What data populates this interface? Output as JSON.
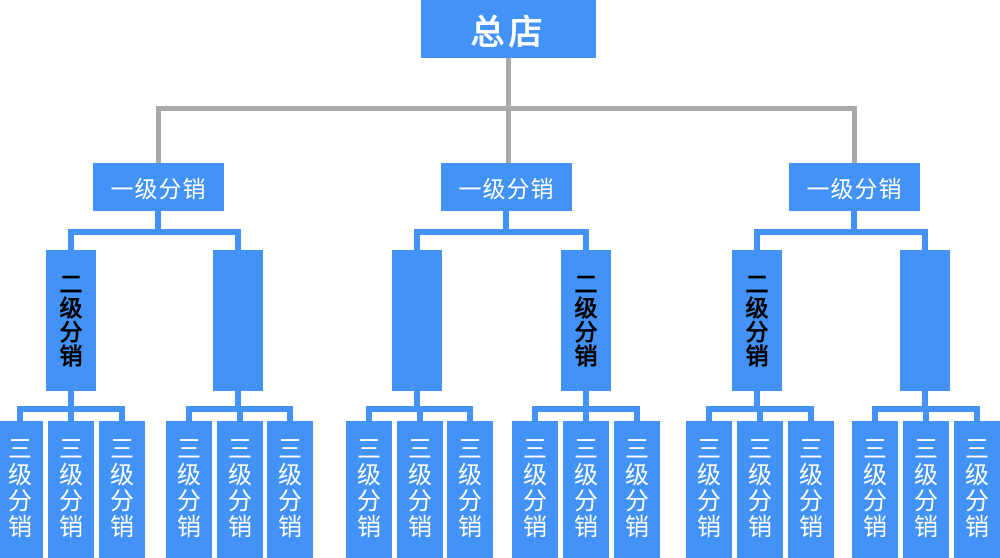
{
  "palette": {
    "node_blue": "#4292F7",
    "connector_gray": "#A9A9A9",
    "root_text_color": "#FFFFFF",
    "level1_text_color": "#FFFFFF",
    "level2_text_color": "#000000",
    "level3_text_color": "#FFFFFF",
    "background": "#FFFFFF"
  },
  "root": {
    "label": "总店"
  },
  "level1": {
    "boxes": [
      {
        "label": "一级分销"
      },
      {
        "label": "一级分销"
      },
      {
        "label": "一级分销"
      }
    ]
  },
  "level2": {
    "boxes": [
      {
        "label": "二级分销"
      },
      {
        "label": ""
      },
      {
        "label": ""
      },
      {
        "label": "二级分销"
      },
      {
        "label": "二级分销"
      },
      {
        "label": ""
      }
    ]
  },
  "level3": {
    "label": "三级分销",
    "count": 18,
    "groups": 6,
    "per_group": 3
  }
}
